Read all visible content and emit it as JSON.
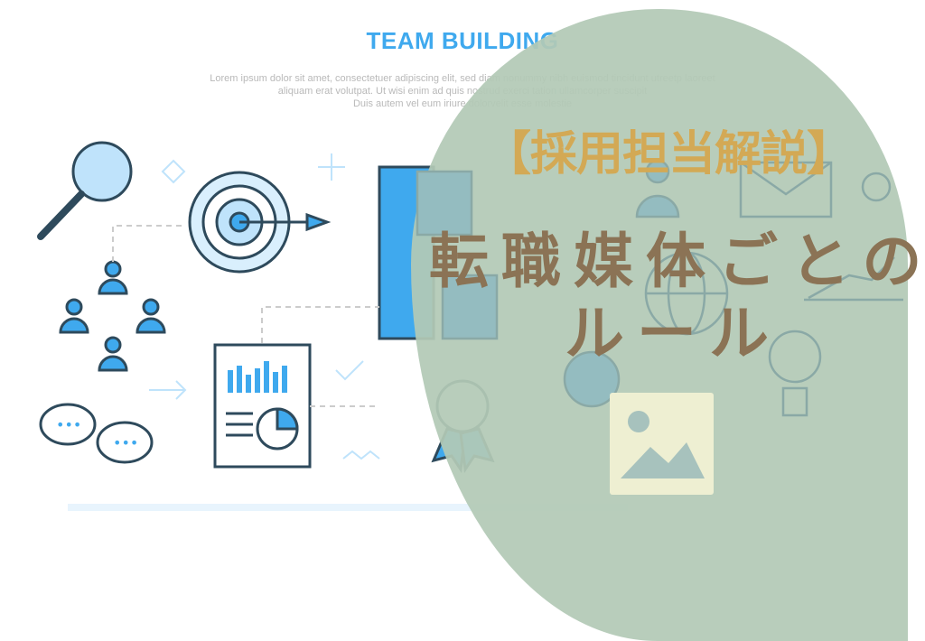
{
  "background": {
    "title": "TEAM BUILDING",
    "lorem_lines": [
      "Lorem ipsum dolor sit amet, consectetuer adipiscing elit, sed diam nonummy nibh euismod tincidunt utreetp laoreet",
      "aliquam erat volutpat. Ut wisi enim ad  quis nostrud exerci tation ullamcorper suscipit",
      "Duis autem vel eum iriure dolorvelit esse molestie"
    ]
  },
  "overlay": {
    "headline": "【採用担当解説】",
    "main_line1": "転職媒体ごとの",
    "main_line2": "ルール"
  },
  "colors": {
    "blob": "#b3c9b6",
    "headline": "#d3a955",
    "main": "#8b7355",
    "accent": "#3fa9ee"
  }
}
